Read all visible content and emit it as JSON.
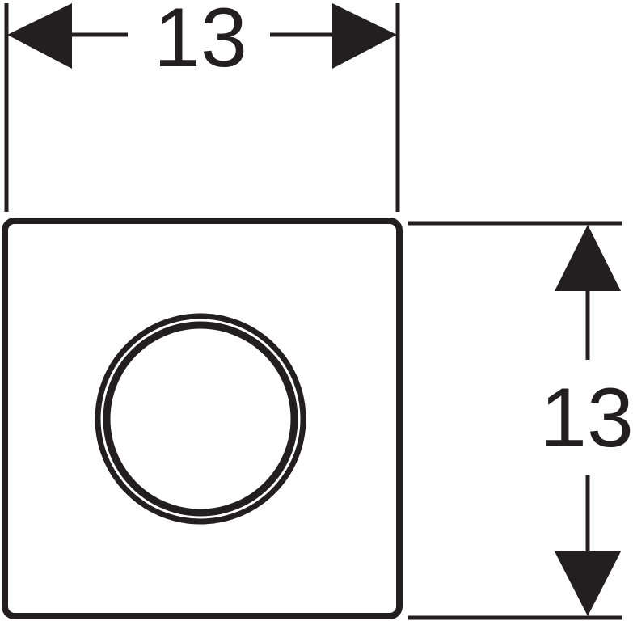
{
  "drawing": {
    "title": "Flush plate dimension drawing",
    "line_color": "#231f20",
    "background": "#ffffff"
  },
  "dimensions": {
    "width": {
      "label": "13"
    },
    "height": {
      "label": "13"
    }
  },
  "shape": {
    "outline": "rounded square",
    "button": "circular button with double ring"
  }
}
